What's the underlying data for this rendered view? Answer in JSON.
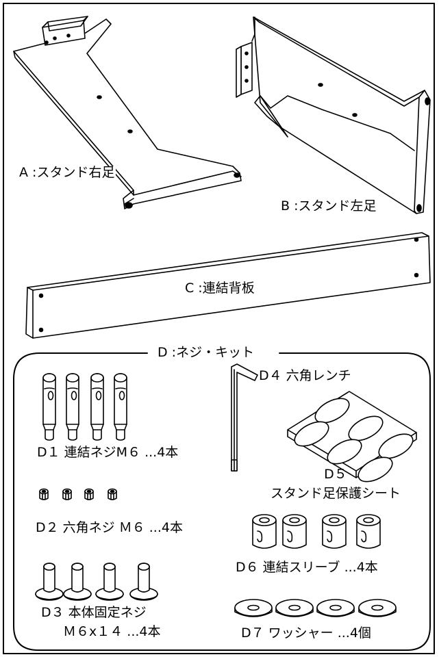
{
  "parts": {
    "a": "A :スタンド右足",
    "b": "B :スタンド左足",
    "c": "C :連結背板"
  },
  "kit": {
    "title": "D :ネジ・キット",
    "d1": "D１ 連結ネジM６ ...4本",
    "d2": "D２ 六角ネジ Ｍ６ ...4本",
    "d3_line1": "D３ 本体固定ネジ",
    "d3_line2": "Ｍ６x１４ ...4本",
    "d4": "D４ 六角レンチ",
    "d5_line1": "D５",
    "d5_line2": "スタンド足保護シート",
    "d6": "D６ 連結スリーブ ...4本",
    "d7": "D７ ワッシャー ...4個"
  }
}
